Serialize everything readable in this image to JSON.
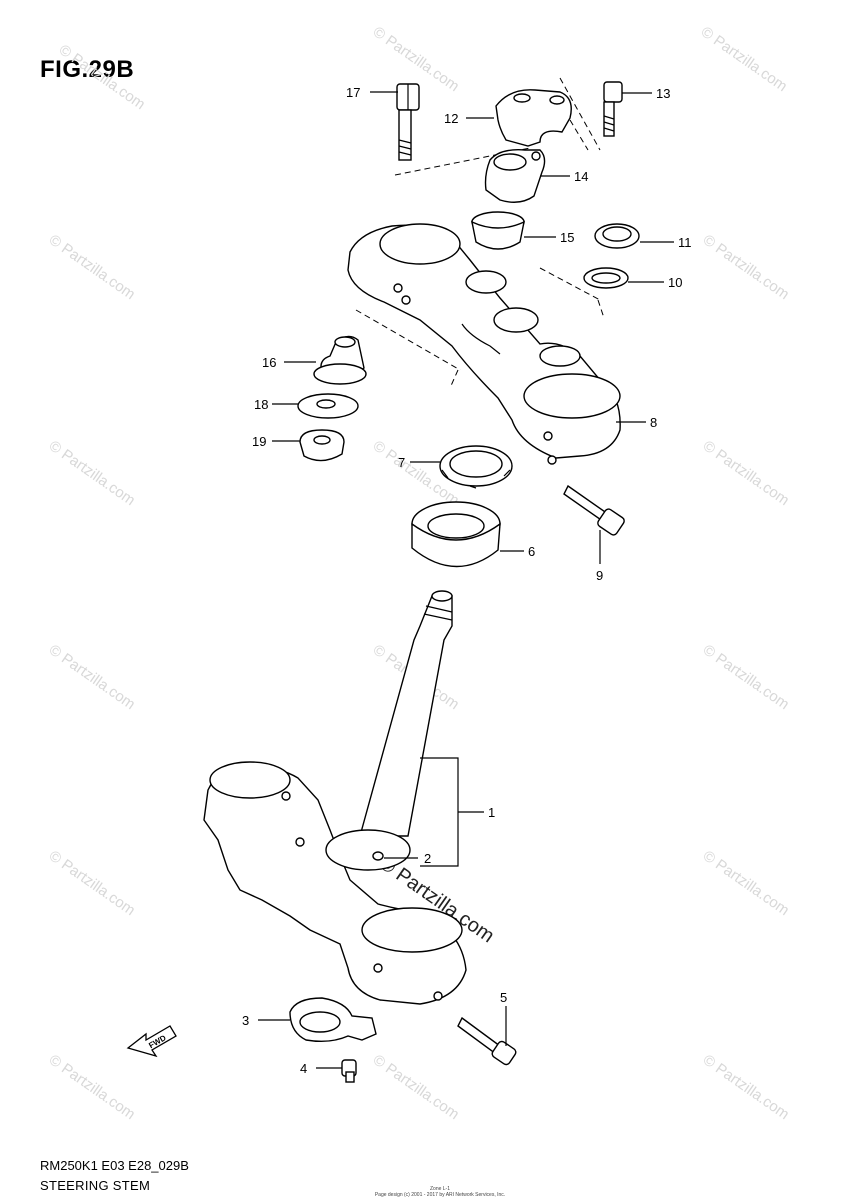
{
  "figure": {
    "title": "FIG.29B",
    "model_code": "RM250K1 E03 E28_029B",
    "caption": "STEERING STEM",
    "footer_line1": "Zone L-1",
    "footer_line2": "Page design (c) 2001 - 2017 by ARI Network Services, Inc."
  },
  "watermark": {
    "text": "© Partzilla.com",
    "center_text": "© Partzilla.com"
  },
  "callouts": [
    {
      "id": "1",
      "label": "1"
    },
    {
      "id": "2",
      "label": "2"
    },
    {
      "id": "3",
      "label": "3"
    },
    {
      "id": "4",
      "label": "4"
    },
    {
      "id": "5",
      "label": "5"
    },
    {
      "id": "6",
      "label": "6"
    },
    {
      "id": "7",
      "label": "7"
    },
    {
      "id": "8",
      "label": "8"
    },
    {
      "id": "9",
      "label": "9"
    },
    {
      "id": "10",
      "label": "10"
    },
    {
      "id": "11",
      "label": "11"
    },
    {
      "id": "12",
      "label": "12"
    },
    {
      "id": "13",
      "label": "13"
    },
    {
      "id": "14",
      "label": "14"
    },
    {
      "id": "15",
      "label": "15"
    },
    {
      "id": "16",
      "label": "16"
    },
    {
      "id": "17",
      "label": "17"
    },
    {
      "id": "18",
      "label": "18"
    },
    {
      "id": "19",
      "label": "19"
    }
  ],
  "fwd_label": "FWD"
}
